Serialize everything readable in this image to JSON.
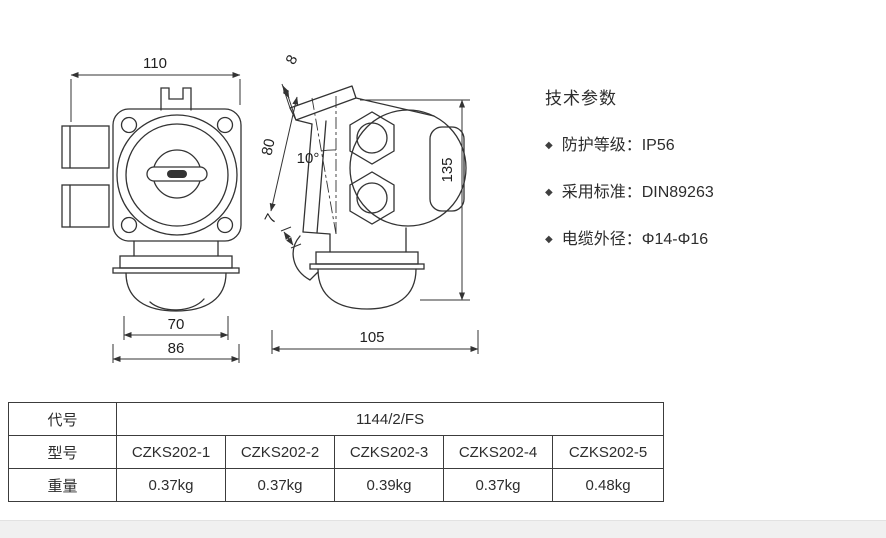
{
  "drawing": {
    "dims": {
      "front_width": "110",
      "cap_thickness": "8",
      "slant_length": "80",
      "tilt_angle": "10°",
      "offset_small": "7",
      "overall_height": "135",
      "base_inner_width": "70",
      "base_outer_width": "86",
      "side_depth": "105"
    }
  },
  "specs": {
    "title": "技术参数",
    "bullet": "◆",
    "items": [
      "防护等级：IP56",
      "采用标准：DIN89263",
      "电缆外径：Φ14-Φ16"
    ]
  },
  "table": {
    "code_label": "代号",
    "code_value": "1144/2/FS",
    "model_label": "型号",
    "models": [
      "CZKS202-1",
      "CZKS202-2",
      "CZKS202-3",
      "CZKS202-4",
      "CZKS202-5"
    ],
    "weight_label": "重量",
    "weights": [
      "0.37kg",
      "0.37kg",
      "0.39kg",
      "0.37kg",
      "0.48kg"
    ]
  }
}
